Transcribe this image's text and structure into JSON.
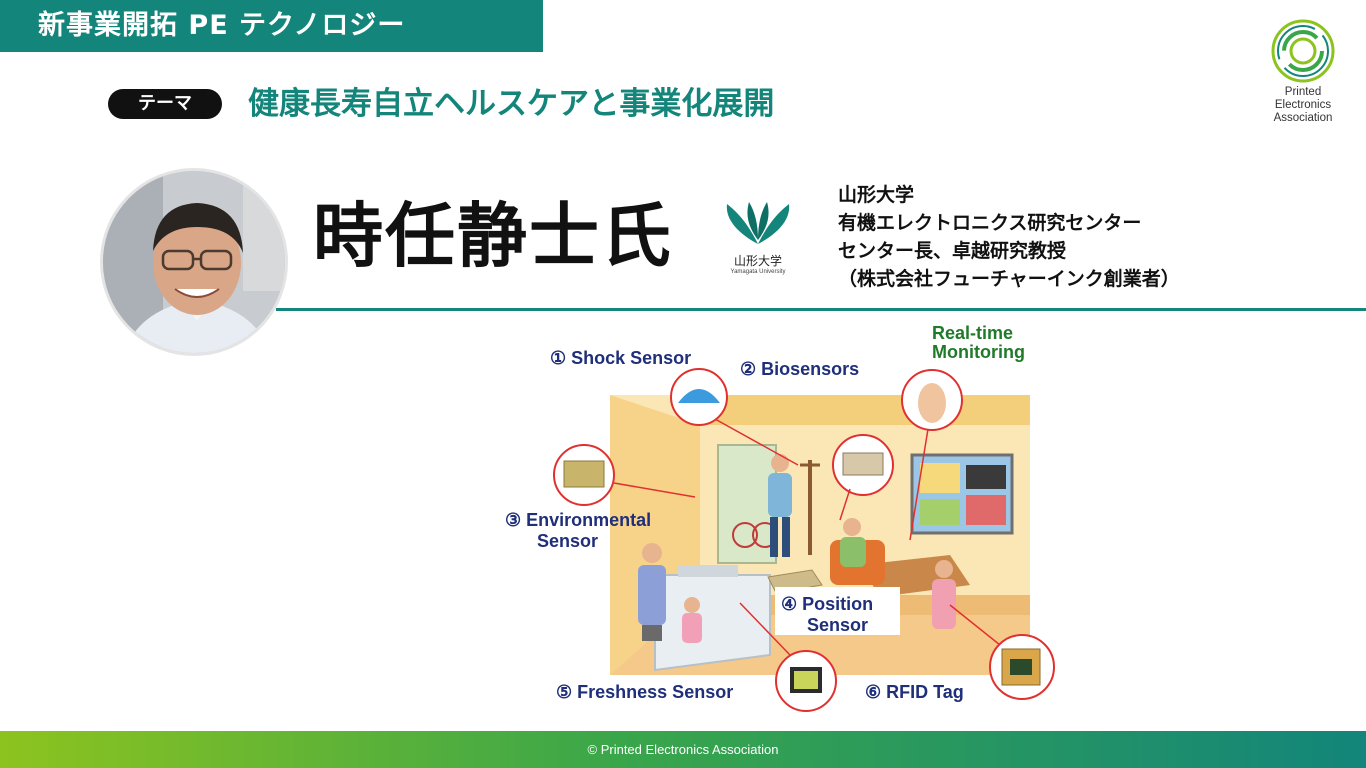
{
  "header": {
    "banner": "新事業開拓 PE テクノロジー"
  },
  "logo": {
    "line1": "Printed",
    "line2": "Electronics",
    "line3": "Association"
  },
  "theme": {
    "label": "テーマ",
    "title": "健康長寿自立ヘルスケアと事業化展開"
  },
  "speaker": {
    "name": "時任静士氏",
    "university_logo_jp": "山形大学",
    "university_logo_en": "Yamagata University",
    "affiliation": [
      "山形大学",
      "有機エレクトロニクス研究センター",
      "センター長、卓越研究教授",
      "（株式会社フューチャーインク創業者）"
    ]
  },
  "illustration": {
    "labels": {
      "shock": "① Shock Sensor",
      "bio": "② Biosensors",
      "realtime_1": "Real-time",
      "realtime_2": "Monitoring",
      "env_1": "③ Environmental",
      "env_2": "Sensor",
      "pos_1": "④ Position",
      "pos_2": "Sensor",
      "fresh": "⑤ Freshness Sensor",
      "rfid": "⑥ RFID Tag"
    }
  },
  "footer": {
    "copyright": "© Printed Electronics Association"
  }
}
